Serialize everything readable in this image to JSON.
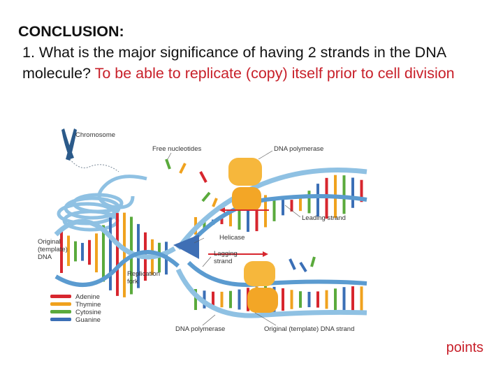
{
  "slide": {
    "heading": "CONCLUSION:",
    "question": "1. What is the major significance of having 2 strands in the DNA molecule?",
    "answer": "To be able to replicate (copy) itself prior to cell division",
    "points": "points"
  },
  "diagram": {
    "labels": {
      "chromosome": "Chromosome",
      "free_nucleotides": "Free nucleotides",
      "dna_polymerase_top": "DNA polymerase",
      "leading_strand": "Leading strand",
      "original_template_line1": "Original",
      "original_template_line2": "(template)",
      "original_template_line3": "DNA",
      "helicase": "Helicase",
      "lagging_strand_line1": "Lagging",
      "lagging_strand_line2": "strand",
      "replication_fork_line1": "Replication",
      "replication_fork_line2": "fork",
      "dna_polymerase_bottom": "DNA polymerase",
      "original_template_strand": "Original (template) DNA strand"
    },
    "legend": [
      {
        "name": "Adenine",
        "color": "#d7262e"
      },
      {
        "name": "Thymine",
        "color": "#f0a21e"
      },
      {
        "name": "Cytosine",
        "color": "#5aaa3c"
      },
      {
        "name": "Guanine",
        "color": "#3b6fb6"
      }
    ],
    "colors": {
      "backbone": "#8fc1e3",
      "backbone_dark": "#5b9bd0",
      "polymerase": "#f6b73c",
      "helicase": "#3f6fb5",
      "arrow": "#d7262e",
      "chromosome": "#2b5a8a"
    }
  }
}
